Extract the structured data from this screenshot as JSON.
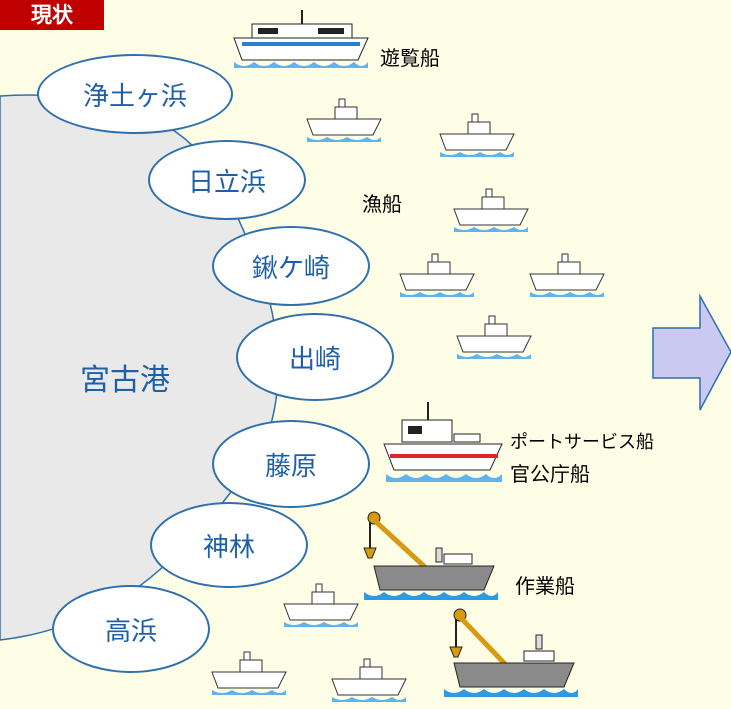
{
  "tag": "現状",
  "port": "宮古港",
  "beaches": [
    "浄土ヶ浜",
    "日立浜",
    "鍬ケ崎",
    "出崎",
    "藤原",
    "神林",
    "高浜"
  ],
  "ship_labels": {
    "sightseeing": "遊覧船",
    "fishing": "漁船",
    "port_service": "ポートサービス船",
    "government": "官公庁船",
    "work": "作業船"
  },
  "colors": {
    "tag": "#c00000",
    "oval_border": "#2e6fad",
    "text_blue": "#1f5fa8",
    "arrow": "#c9c9f2",
    "land": "#e9e9e9"
  }
}
